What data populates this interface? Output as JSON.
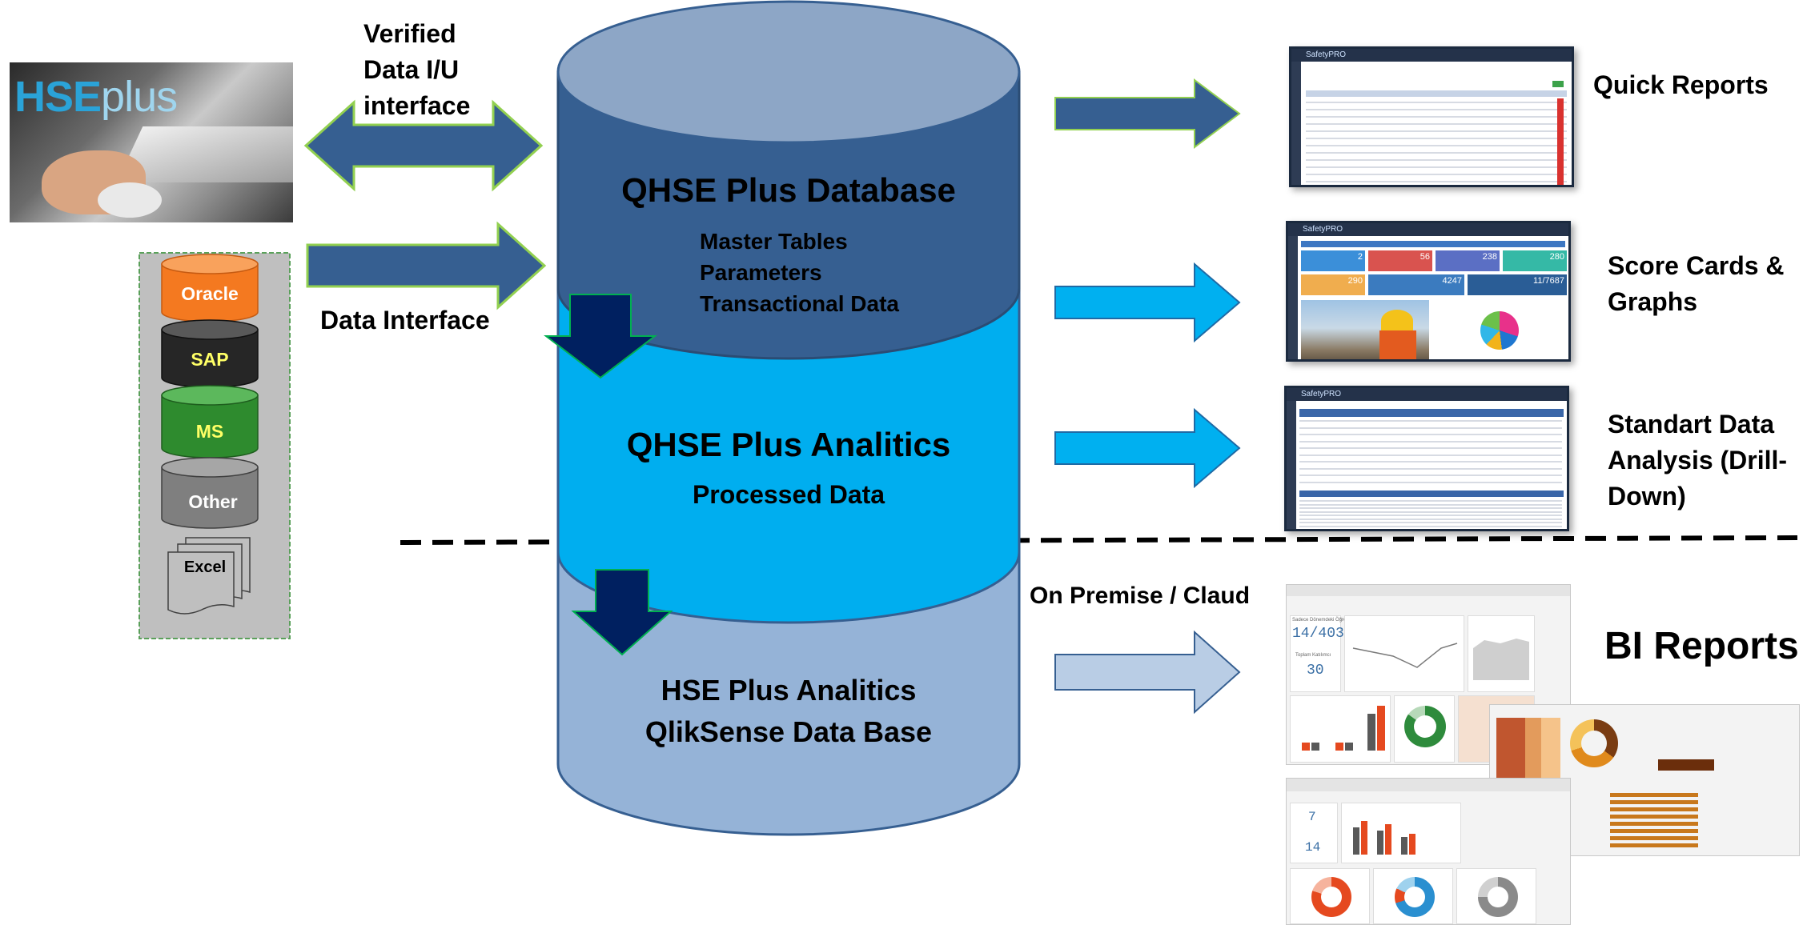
{
  "colors": {
    "db_dark": "#365f91",
    "db_top": "#8da6c6",
    "db_mid": "#00aeef",
    "db_mid_top": "#1ec0f5",
    "db_low": "#95b3d7",
    "arrow_dark": "#365f91",
    "arrow_cyan": "#00b0f0",
    "arrow_light": "#b9cde5",
    "arrow_down": "#002060",
    "oracle": "#f47920",
    "sap": "#262626",
    "ms": "#2e8b2e",
    "other": "#7f7f7f",
    "source_panel": "#bfbfbf",
    "panel_border": "#5aa05a"
  },
  "logo": {
    "text_hse": "HSE",
    "text_plus": "plus",
    "icon": "hseplus-logo-photo"
  },
  "left": {
    "verified_label": [
      "Verified",
      "Data I/U",
      "interface"
    ],
    "data_interface_label": "Data Interface",
    "sources": [
      "Oracle",
      "SAP",
      "MS",
      "Other",
      "Excel"
    ]
  },
  "database": {
    "title": "QHSE Plus Database",
    "items": [
      "Master Tables",
      "Parameters",
      "Transactional Data"
    ],
    "analytics_title": "QHSE Plus Analitics",
    "analytics_sub": "Processed Data",
    "qlik_title": "HSE Plus Analitics",
    "qlik_sub": "QlikSense Data Base"
  },
  "outputs": {
    "quick_reports": "Quick Reports",
    "score_cards": [
      "Score Cards &",
      "Graphs"
    ],
    "standart": [
      "Standart Data",
      "Analysis (Drill-",
      "Down)"
    ],
    "on_premise": "On Premise / Claud",
    "bi_reports": "BI Reports"
  },
  "screens": {
    "brand": "SafetyPRO",
    "score_numbers": [
      "2",
      "56",
      "238",
      "280",
      "290",
      "4247",
      "11/7687"
    ],
    "bi_kpi_1_label": "Sadece Dönemdeki Öğrenci",
    "bi_kpi_1_value": "14/403",
    "bi_kpi_2_label": "Toplam Katılımcı",
    "bi_kpi_2_value": "30",
    "bi_kpi_3_value": "7",
    "bi_kpi_4_value": "14"
  }
}
